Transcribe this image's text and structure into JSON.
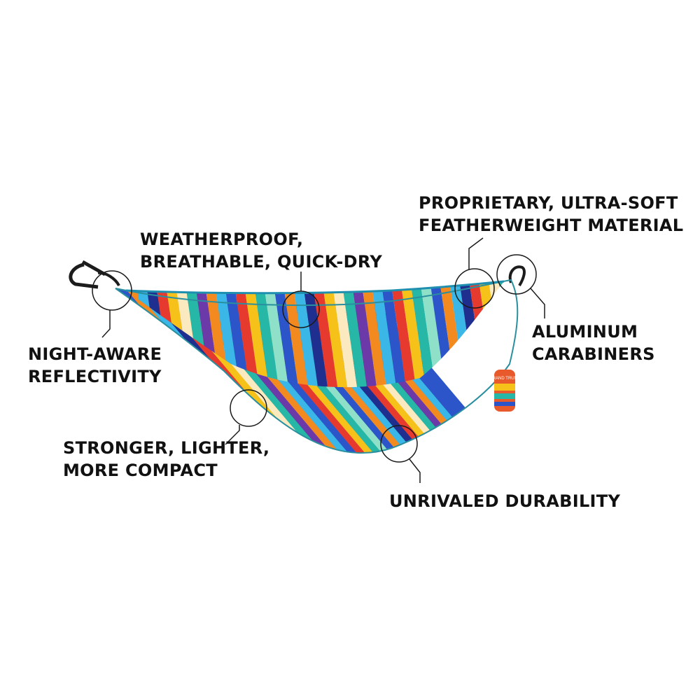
{
  "palette": {
    "red": "#e63a2e",
    "orange": "#f28a1f",
    "yellow": "#f6c21a",
    "teal": "#26b7a7",
    "mint": "#8fe0c8",
    "sky": "#3ab7e6",
    "blue": "#2b55c9",
    "navy": "#1f2f8f",
    "purple": "#6b3aa8",
    "cream": "#fbe9c0",
    "ink": "#111111"
  },
  "features": {
    "weatherproof": {
      "line1": "WEATHERPROOF,",
      "line2": "BREATHABLE, QUICK-DRY"
    },
    "material": {
      "line1": "PROPRIETARY, ULTRA-SOFT",
      "line2": "FEATHERWEIGHT MATERIAL"
    },
    "carabiners": {
      "line1": "ALUMINUM",
      "line2": "CARABINERS"
    },
    "reflectivity": {
      "line1": "NIGHT-AWARE",
      "line2": "REFLECTIVITY"
    },
    "compact": {
      "line1": "STRONGER, LIGHTER,",
      "line2": "MORE COMPACT"
    },
    "durability": {
      "line1": "UNRIVALED DURABILITY"
    }
  },
  "stuff_sack_logo": "GRAND TRUNK"
}
